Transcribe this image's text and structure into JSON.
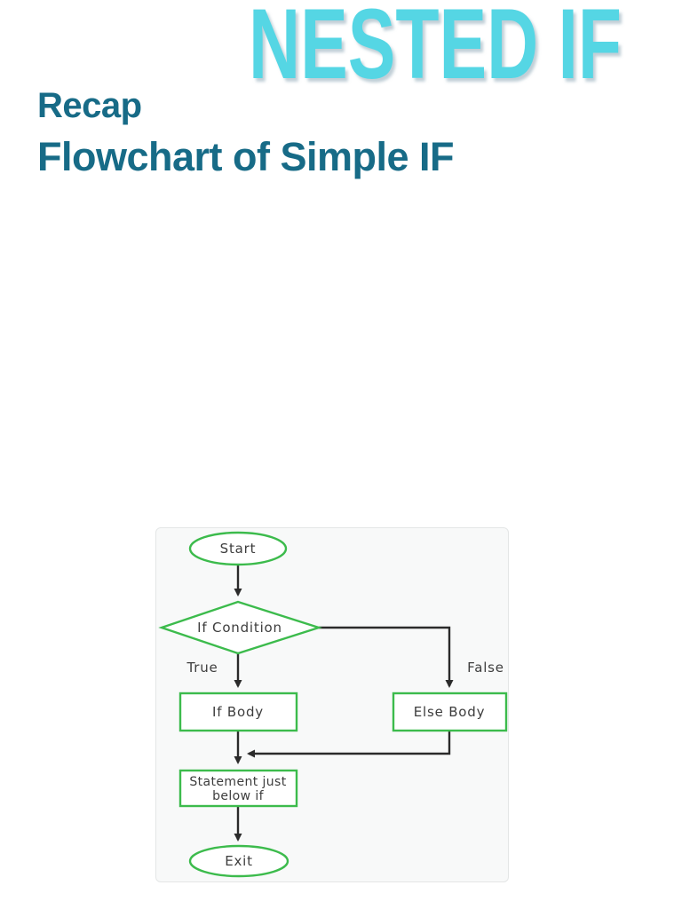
{
  "title": {
    "text": "NESTED IF",
    "color": "#55d6e4"
  },
  "headings": {
    "recap": "Recap",
    "subtitle": "Flowchart of Simple IF",
    "color": "#176b87"
  },
  "flowchart": {
    "colors": {
      "shape_border": "#3cbb4c",
      "arrow": "#2b2b2b",
      "text": "#3d3d3d",
      "background": "#f8f9f9"
    },
    "nodes": {
      "start": "Start",
      "condition": "If Condition",
      "true_label": "True",
      "false_label": "False",
      "if_body": "If Body",
      "else_body": "Else Body",
      "statement_line1": "Statement just",
      "statement_line2": "below if",
      "exit": "Exit"
    }
  }
}
